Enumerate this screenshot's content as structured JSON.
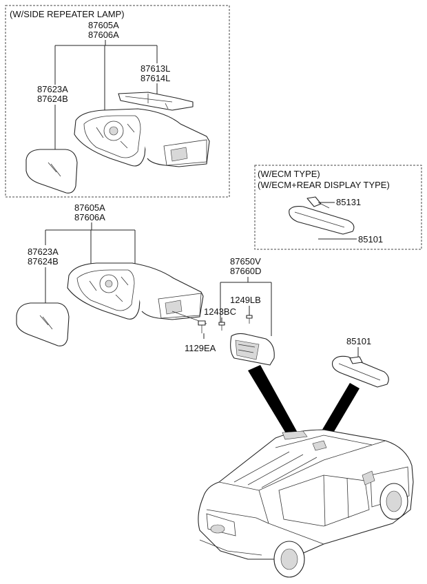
{
  "groups": {
    "side_repeater": {
      "label": "(W/SIDE REPEATER LAMP)"
    },
    "ecm": {
      "label_1": "(W/ECM TYPE)",
      "label_2": "(W/ECM+REAR DISPLAY TYPE)"
    }
  },
  "callouts": {
    "top_mirror_assy_1": "87605A",
    "top_mirror_assy_2": "87606A",
    "top_lamp_1": "87613L",
    "top_lamp_2": "87614L",
    "top_glass_1": "87623A",
    "top_glass_2": "87624B",
    "ecm_part_a": "85131",
    "ecm_part_b": "85101",
    "mid_mirror_assy_1": "87605A",
    "mid_mirror_assy_2": "87606A",
    "mid_glass_1": "87623A",
    "mid_glass_2": "87624B",
    "cover_1": "87650V",
    "cover_2": "87660D",
    "bolt_a": "1249LB",
    "bolt_b": "1243BC",
    "bolt_c": "1129EA",
    "inside_mirror": "85101"
  }
}
